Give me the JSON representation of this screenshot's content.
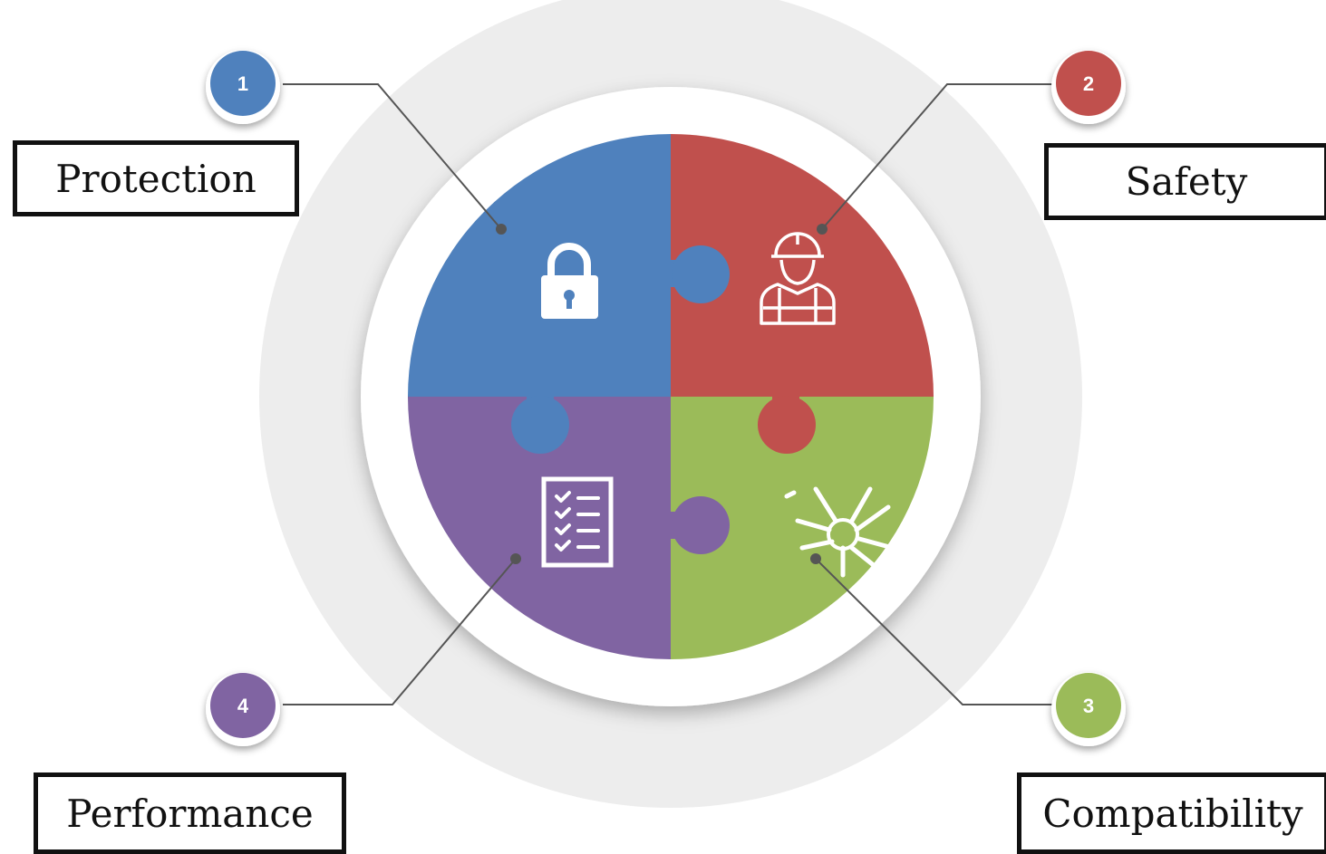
{
  "segments": [
    {
      "number": "1",
      "label": "Protection",
      "color": "#4f81bd",
      "icon": "padlock-icon"
    },
    {
      "number": "2",
      "label": "Safety",
      "color": "#c0504d",
      "icon": "construction-worker-icon"
    },
    {
      "number": "3",
      "label": "Compatibility",
      "color": "#9bbb59",
      "icon": "team-hands-icon"
    },
    {
      "number": "4",
      "label": "Performance",
      "color": "#8064a2",
      "icon": "checklist-icon"
    }
  ],
  "colors": {
    "outer_ring": "#ededed",
    "connector": "#555555",
    "label_border": "#111111"
  }
}
